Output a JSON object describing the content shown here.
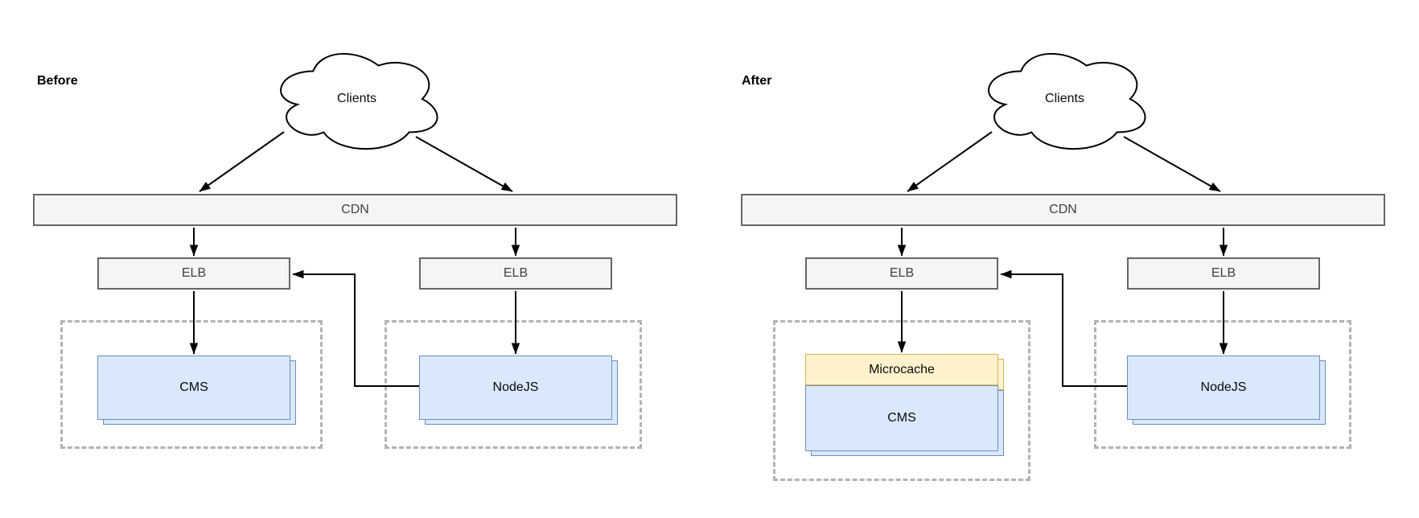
{
  "colors": {
    "node_fill": "#f5f5f5",
    "node_border": "#666666",
    "blue_fill": "#dae8fc",
    "blue_border": "#6c8ebf",
    "yellow_fill": "#fff2cc",
    "yellow_border": "#d6b656",
    "zone_border": "#b3b3b3",
    "arrow": "#000000"
  },
  "panels": {
    "before": {
      "title": "Before",
      "cloud_label": "Clients",
      "cdn_label": "CDN",
      "elb_left_label": "ELB",
      "elb_right_label": "ELB",
      "cms_label": "CMS",
      "nodejs_label": "NodeJS"
    },
    "after": {
      "title": "After",
      "cloud_label": "Clients",
      "cdn_label": "CDN",
      "elb_left_label": "ELB",
      "elb_right_label": "ELB",
      "microcache_label": "Microcache",
      "cms_label": "CMS",
      "nodejs_label": "NodeJS"
    }
  }
}
